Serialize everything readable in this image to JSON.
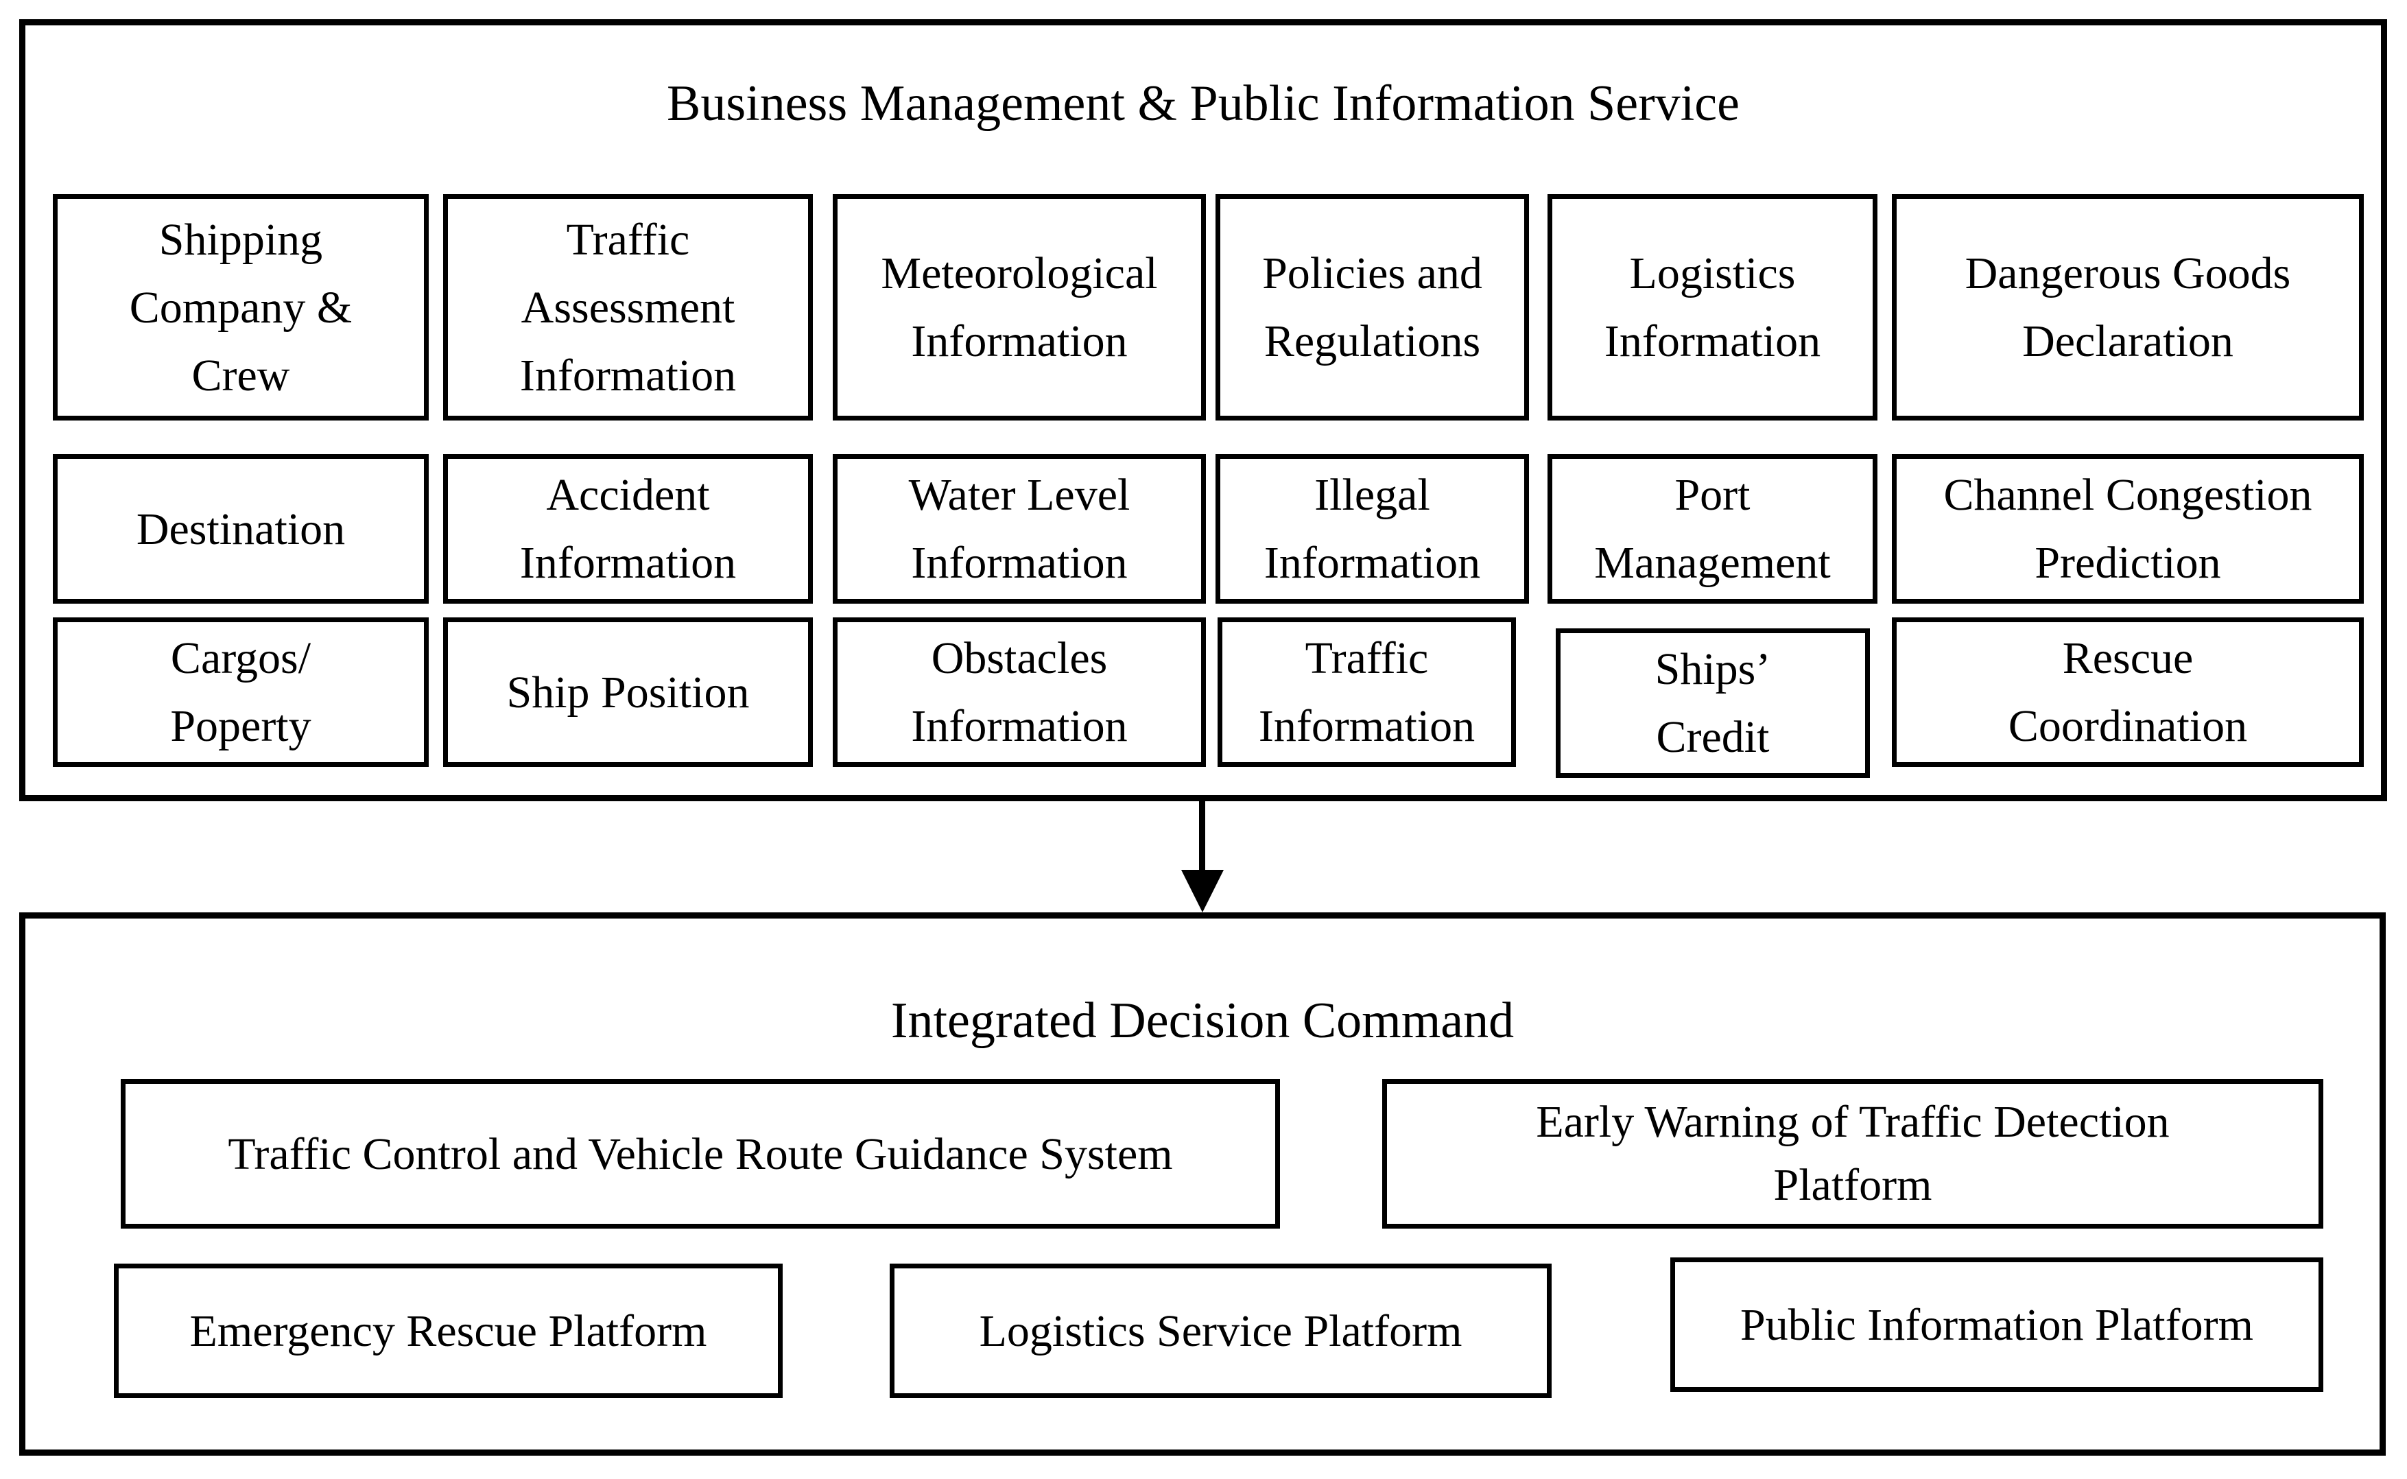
{
  "top_section": {
    "title": "Business Management & Public Information Service",
    "boxes": [
      "Shipping\nCompany &\nCrew",
      "Traffic\nAssessment\nInformation",
      "Meteorological\nInformation",
      "Policies and\nRegulations",
      "Logistics\nInformation",
      "Dangerous Goods\nDeclaration",
      "Destination",
      "Accident\nInformation",
      "Water Level\nInformation",
      "Illegal\nInformation",
      "Port\nManagement",
      "Channel Congestion\nPrediction",
      "Cargos/\nPoperty",
      "Ship Position",
      "Obstacles\nInformation",
      "Traffic\nInformation",
      "Ships’\nCredit",
      "Rescue\nCoordination"
    ]
  },
  "connector": {
    "type": "arrow-down"
  },
  "bottom_section": {
    "title": "Integrated Decision Command",
    "boxes": [
      "Traffic Control and Vehicle Route Guidance System",
      "Early Warning of Traffic Detection\nPlatform",
      "Emergency Rescue Platform",
      "Logistics Service Platform",
      "Public Information Platform"
    ]
  },
  "colors": {
    "background": "#ffffff",
    "border": "#000000",
    "text": "#000000"
  }
}
